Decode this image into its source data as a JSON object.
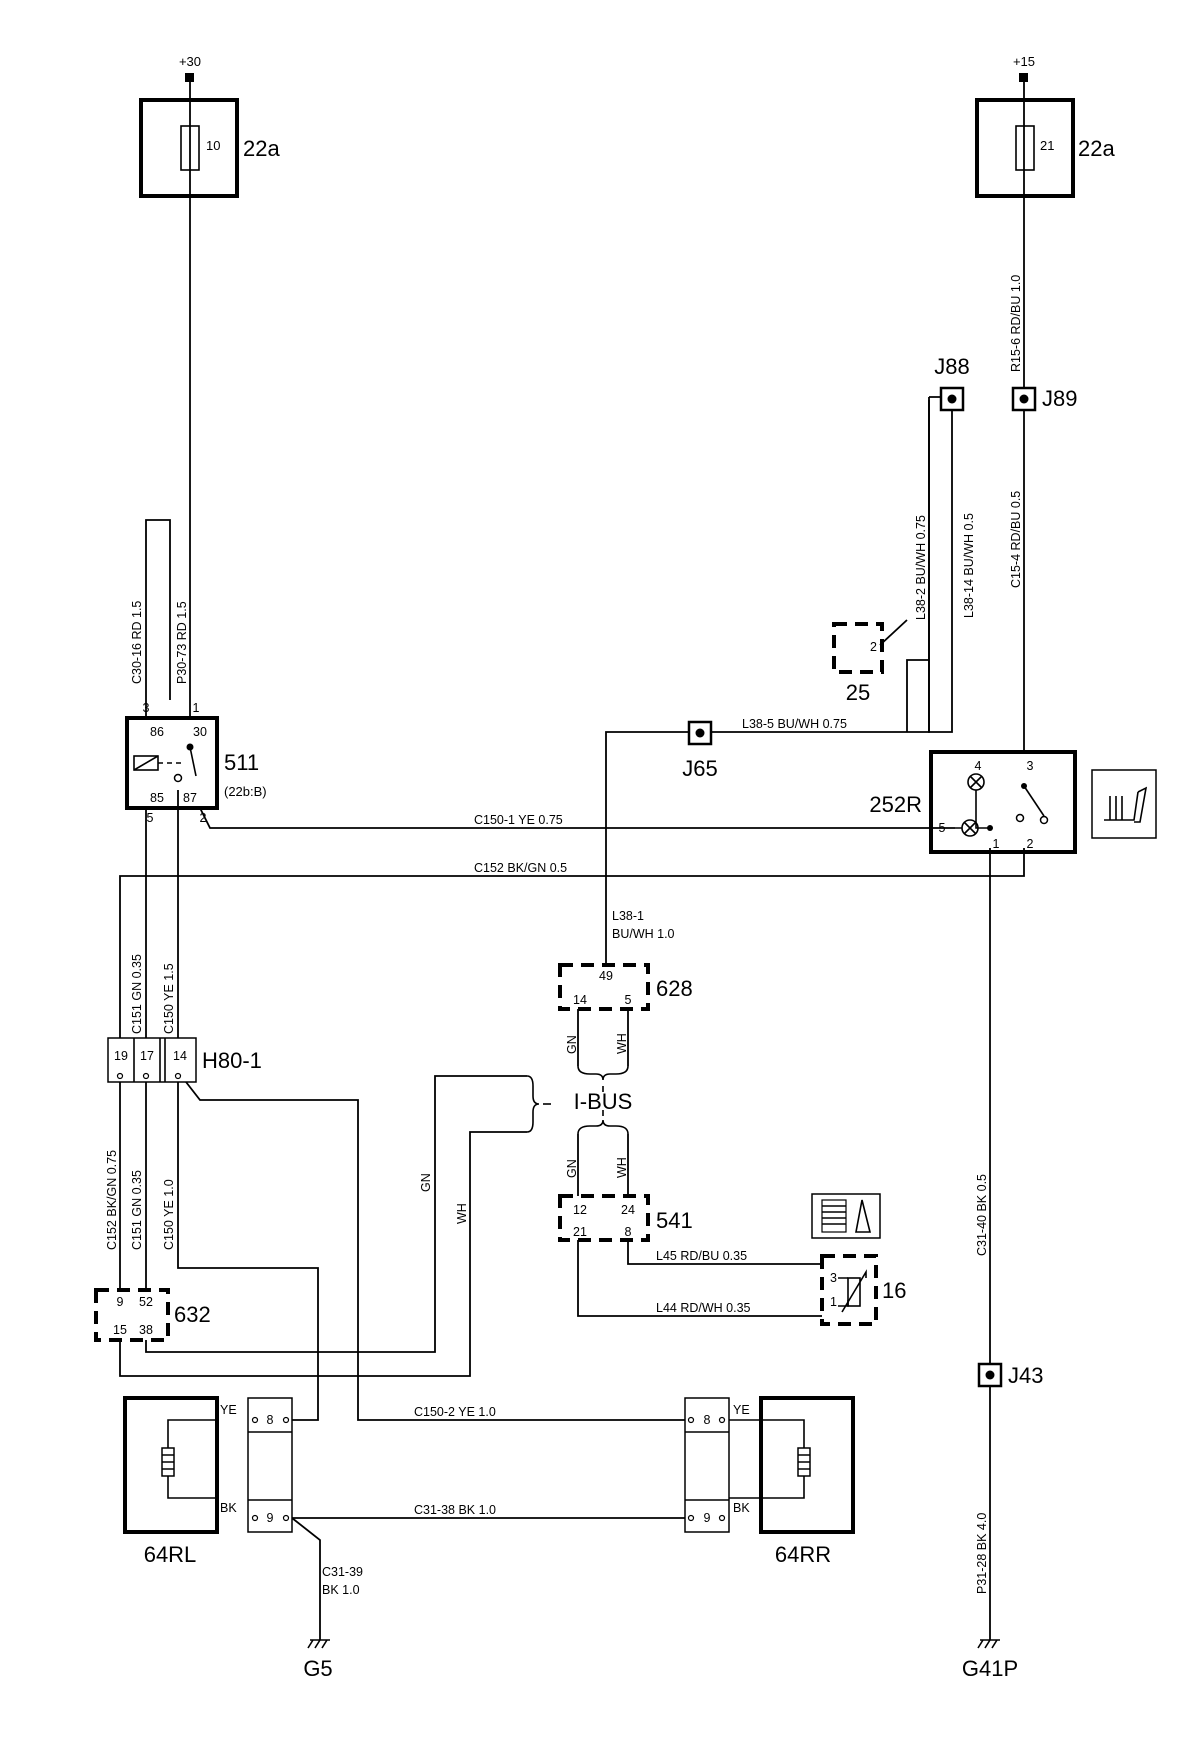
{
  "power": {
    "plus30": "+30",
    "plus15": "+15"
  },
  "fuses": {
    "left": {
      "block": "22a",
      "number": "10"
    },
    "right": {
      "block": "22a",
      "number": "21"
    }
  },
  "relay": {
    "id": "511",
    "ref": "(22b:B)",
    "pins": [
      "86",
      "30",
      "85",
      "87"
    ],
    "ext_pins": [
      "3",
      "1",
      "5",
      "2"
    ]
  },
  "splices": {
    "j88": "J88",
    "j89": "J89",
    "j65": "J65",
    "j43": "J43"
  },
  "components": {
    "c25": {
      "id": "25",
      "pin": "2"
    },
    "c252r": {
      "id": "252R",
      "pins": [
        "4",
        "3",
        "5",
        "1",
        "2"
      ]
    },
    "c628": {
      "id": "628",
      "pins": [
        "49",
        "14",
        "5"
      ]
    },
    "c541": {
      "id": "541",
      "pins": [
        "12",
        "24",
        "21",
        "8"
      ]
    },
    "c16": {
      "id": "16",
      "pins": [
        "3",
        "1"
      ]
    },
    "c632": {
      "id": "632",
      "pins": [
        "9",
        "52",
        "15",
        "38"
      ]
    },
    "h801": {
      "id": "H80-1",
      "pins": [
        "19",
        "17",
        "14"
      ]
    },
    "rl": {
      "id": "64RL",
      "pins": [
        "8",
        "9"
      ],
      "colors": [
        "YE",
        "BK"
      ]
    },
    "rr": {
      "id": "64RR",
      "pins": [
        "8",
        "9"
      ],
      "colors": [
        "YE",
        "BK"
      ]
    }
  },
  "ibus": {
    "label": "I-BUS",
    "gn": "GN",
    "wh": "WH"
  },
  "wires": {
    "r156": "R15-6  RD/BU  1.0",
    "c154": "C15-4  RD/BU  0.5",
    "l382": "L38-2  BU/WH  0.75",
    "l3814": "L38-14  BU/WH  0.5",
    "c3016": "C30-16  RD   1.5",
    "p3073": "P30-73  RD   1.5",
    "l385": "L38-5   BU/WH  0.75",
    "c1501": "C150-1  YE    0.75",
    "c152": "C152  BK/GN  0.5",
    "l381a": "L38-1",
    "l381b": "BU/WH  1.0",
    "c151a": "C151  GN   0.35",
    "c150a": "C150  YE   1.5",
    "c152b": "C152  BK/GN  0.75",
    "c151b": "C151  GN  0.35",
    "c150b": "C150  YE   1.0",
    "l45": "L45   RD/BU    0.35",
    "l44": "L44   RD/WH    0.35",
    "c3140": "C31-40  BK   0.5",
    "c1502": "C150-2   YE    1.0",
    "c3138": "C31-38   BK    1.0",
    "c3139a": "C31-39",
    "c3139b": "BK  1.0",
    "p3128": "P31-28  BK   4.0",
    "gn": "GN",
    "wh": "WH"
  },
  "grounds": {
    "g5": "G5",
    "g41p": "G41P"
  }
}
